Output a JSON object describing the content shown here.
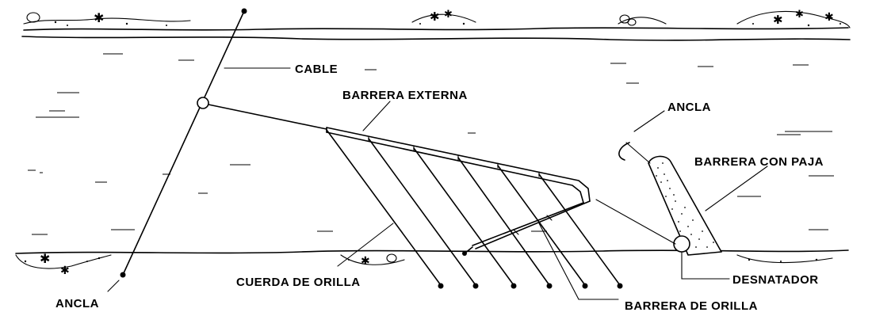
{
  "labels": {
    "cable": "CABLE",
    "barrera_externa": "BARRERA EXTERNA",
    "ancla_top": "ANCLA",
    "barrera_con_paja": "BARRERA CON PAJA",
    "cuerda_de_orilla": "CUERDA DE ORILLA",
    "desnatador": "DESNATADOR",
    "ancla_bottom": "ANCLA",
    "barrera_de_orilla": "BARRERA DE ORILLA"
  }
}
